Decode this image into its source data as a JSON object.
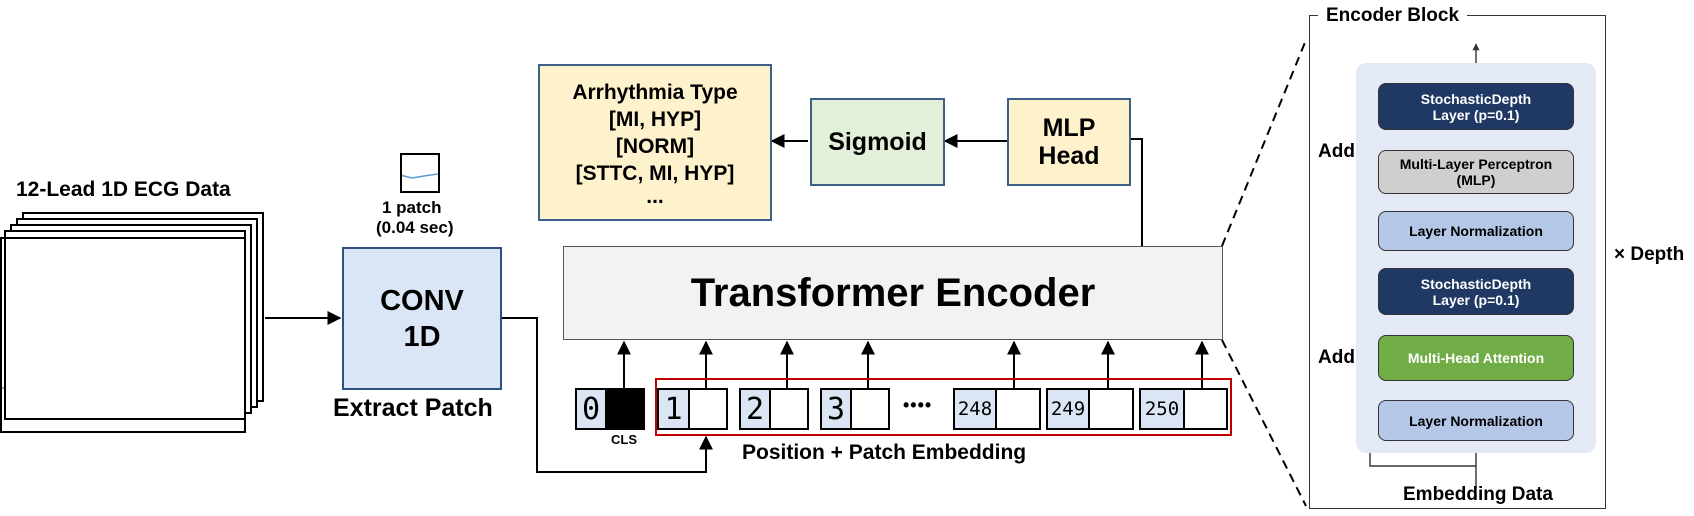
{
  "ecg": {
    "title": "12-Lead 1D ECG Data"
  },
  "patch": {
    "count_label": "1 patch",
    "duration_label": "(0.04 sec)"
  },
  "conv": {
    "line1": "CONV",
    "line2": "1D",
    "caption": "Extract Patch"
  },
  "transformer": {
    "label": "Transformer Encoder"
  },
  "output": {
    "lines": [
      "Arrhythmia Type",
      "[MI, HYP]",
      "[NORM]",
      "[STTC, MI,  HYP]",
      "..."
    ]
  },
  "sigmoid": {
    "label": "Sigmoid"
  },
  "mlp_head": {
    "line1": "MLP",
    "line2": "Head"
  },
  "tokens": {
    "cls_index": "0",
    "cls_label": "CLS",
    "patch_indices": [
      "1",
      "2",
      "3",
      "248",
      "249",
      "250"
    ],
    "ellipsis": "••••",
    "caption": "Position + Patch Embedding"
  },
  "encoder_block": {
    "title": "Encoder Block",
    "layers": [
      {
        "label": "StochasticDepth Layer (p=0.1)"
      },
      {
        "label": "Multi-Layer Perceptron (MLP)"
      },
      {
        "label": "Layer Normalization"
      },
      {
        "label": "StochasticDepth Layer (p=0.1)"
      },
      {
        "label": "Multi-Head Attention"
      },
      {
        "label": "Layer Normalization"
      }
    ],
    "add_label_top": "Add",
    "add_label_bottom": "Add",
    "depth_label": "× Depth",
    "input_label": "Embedding Data"
  },
  "colors": {
    "conv_fill": "#dae6f6",
    "conv_border": "#2f4f80",
    "output_fill": "#fdf2cc",
    "output_border": "#3e5f8a",
    "sigmoid_fill": "#e2f0d9",
    "sigmoid_border": "#3e5f8a",
    "mlp_head_fill": "#fdf2cc",
    "transformer_fill": "#f2f2f2",
    "embedding_border": "#c00000",
    "token_fill": "#dbe5f3",
    "encoder_panel_fill": "#e3eaf6",
    "dark_layer": "#1f3864",
    "mlp_layer": "#cfcfcf",
    "norm_layer": "#b4c7e7",
    "attention_layer": "#70ad47",
    "signal": "#5b9bd5"
  }
}
